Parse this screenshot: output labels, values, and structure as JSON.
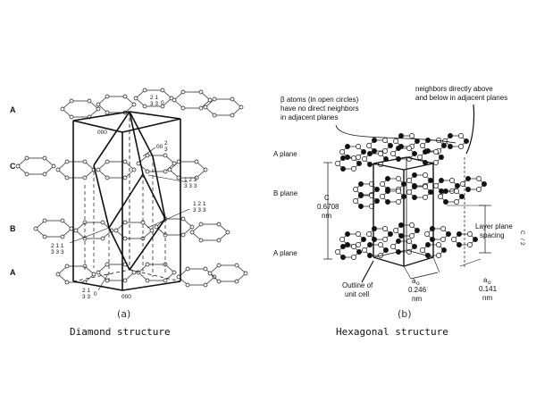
{
  "figure_a": {
    "tag": "(a)",
    "caption": "Diamond structure",
    "layers": [
      "A",
      "C",
      "B",
      "A"
    ],
    "points": {
      "top_210": {
        "num": "2 1",
        "den": "3 3",
        "tail": "0"
      },
      "top_000": "000",
      "c_00_2_3": {
        "head": "00",
        "num": "2",
        "den": "3"
      },
      "f_122": {
        "num": "1 2 2",
        "den": "3 3 3"
      },
      "f_121": {
        "num": "1 2 1",
        "den": "3 3 3"
      },
      "f_211": {
        "num": "2 1 1",
        "den": "3 3 3"
      },
      "bot_210": {
        "num": "2 1",
        "den": "3 3",
        "tail": "0"
      },
      "bot_000": "000"
    }
  },
  "figure_b": {
    "tag": "(b)",
    "caption": "Hexagonal structure",
    "planes": [
      "A plane",
      "B plane",
      "A plane"
    ],
    "annotation_beta": [
      "β atoms (in open circles)",
      "have no direct neighbors",
      "in adjacent planes"
    ],
    "annotation_alpha": [
      "neighbors directly above",
      "and below in adjacent planes"
    ],
    "c_label": "C",
    "c_value": "0.6708",
    "c_unit": "nm",
    "layer_spacing": [
      "Layer plane",
      "spacing"
    ],
    "c_half": {
      "num": "C",
      "den": "2"
    },
    "outline": [
      "Outline of",
      "unit cell"
    ],
    "a0_label": "a",
    "a0_sub": "o",
    "a0_value": "0.246",
    "a0_unit": "nm",
    "bond_label": "a",
    "bond_sub": "o",
    "bond_value": "0.141",
    "bond_unit": "nm"
  }
}
